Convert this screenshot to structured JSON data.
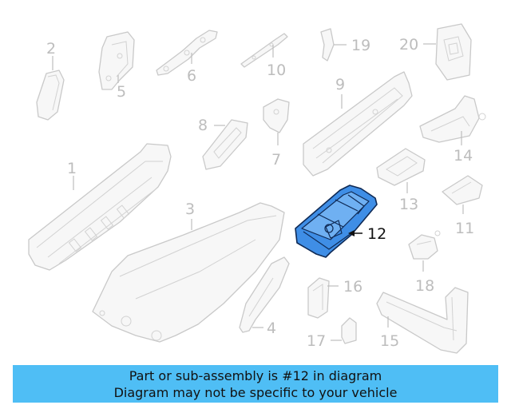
{
  "callouts": {
    "c1": "1",
    "c2": "2",
    "c3": "3",
    "c4": "4",
    "c5": "5",
    "c6": "6",
    "c7": "7",
    "c8": "8",
    "c9": "9",
    "c10": "10",
    "c11": "11",
    "c12": "12",
    "c13": "13",
    "c14": "14",
    "c15": "15",
    "c16": "16",
    "c17": "17",
    "c18": "18",
    "c19": "19",
    "c20": "20"
  },
  "highlighted_part": "12",
  "colors": {
    "highlight_fill": "#3f8ee6",
    "highlight_outline": "#0f2a55",
    "banner_background": "#4fbef5",
    "part_outline": "#c9c9c9"
  },
  "banner": {
    "line1": "Part or sub-assembly is #12 in diagram",
    "line2": "Diagram may not be specific to your vehicle"
  }
}
